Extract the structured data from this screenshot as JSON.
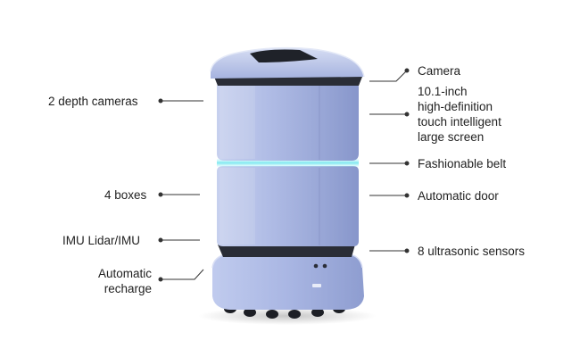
{
  "callouts_left": [
    {
      "id": "depth-cameras",
      "text": "2 depth cameras"
    },
    {
      "id": "boxes",
      "text": "4 boxes"
    },
    {
      "id": "imu-lidar",
      "text": "IMU Lidar/IMU"
    },
    {
      "id": "recharge",
      "lines": [
        "Automatic",
        "recharge"
      ]
    }
  ],
  "callouts_right": [
    {
      "id": "camera",
      "text": "Camera"
    },
    {
      "id": "screen",
      "lines": [
        "10.1-inch",
        "high-definition",
        "touch intelligent",
        "large screen"
      ]
    },
    {
      "id": "belt",
      "text": "Fashionable belt"
    },
    {
      "id": "door",
      "text": "Automatic door"
    },
    {
      "id": "ultrasonic",
      "text": "8 ultrasonic sensors"
    }
  ],
  "colors": {
    "robot_body": "#a9b6e0",
    "robot_light": "#c4cdec",
    "robot_shadow": "#8090c4",
    "belt_glow": "#7fe8f0",
    "dark_band": "#2a2d36",
    "leader_line": "#333333",
    "text": "#1f1f1f"
  }
}
